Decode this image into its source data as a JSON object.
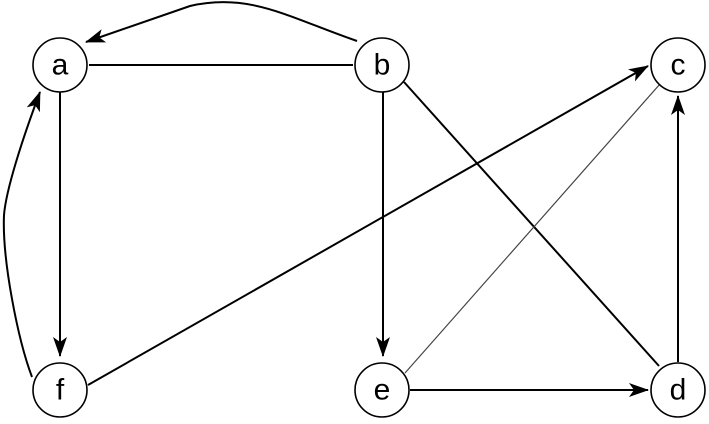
{
  "nodes": [
    {
      "id": "a",
      "label": "a"
    },
    {
      "id": "b",
      "label": "b"
    },
    {
      "id": "c",
      "label": "c"
    },
    {
      "id": "d",
      "label": "d"
    },
    {
      "id": "e",
      "label": "e"
    },
    {
      "id": "f",
      "label": "f"
    }
  ],
  "edges": [
    {
      "from": "b",
      "to": "a",
      "directed": true
    },
    {
      "from": "a",
      "to": "b",
      "directed": false
    },
    {
      "from": "a",
      "to": "f",
      "directed": true
    },
    {
      "from": "f",
      "to": "a",
      "directed": true
    },
    {
      "from": "b",
      "to": "e",
      "directed": true
    },
    {
      "from": "b",
      "to": "d",
      "directed": false
    },
    {
      "from": "f",
      "to": "c",
      "directed": true
    },
    {
      "from": "e",
      "to": "c",
      "directed": false
    },
    {
      "from": "e",
      "to": "d",
      "directed": true
    },
    {
      "from": "d",
      "to": "c",
      "directed": true
    }
  ]
}
